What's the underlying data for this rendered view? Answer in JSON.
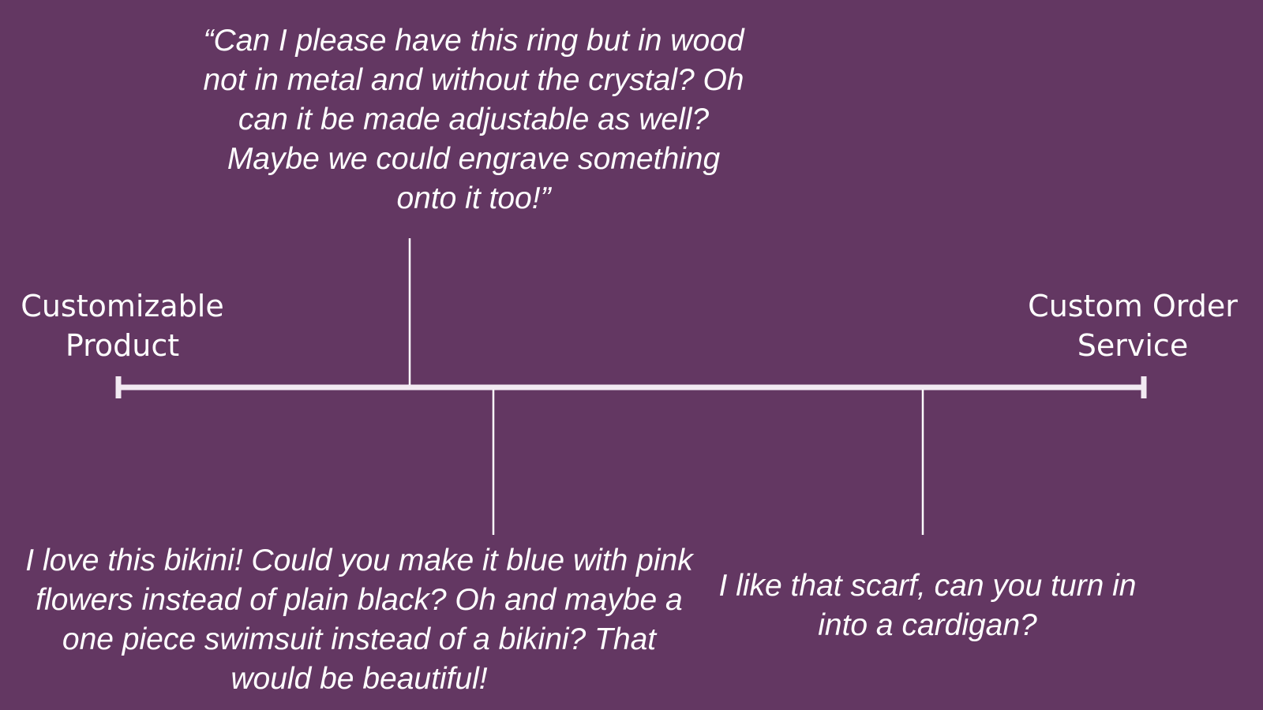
{
  "theme": {
    "background": "#633762",
    "foreground": "#ffffff",
    "axis_color": "#f2eaf2"
  },
  "spectrum": {
    "left_label": "Customizable\nProduct",
    "right_label": "Custom Order\nService"
  },
  "quotes": {
    "ring": "“Can I please have this ring but in wood not in metal and without the crystal? Oh can it be made adjustable as well? Maybe we could engrave something onto it too!”",
    "bikini": "I love this bikini! Could you make it blue with pink flowers instead of plain black? Oh and maybe a one piece swimsuit instead of a bikini? That would be beautiful!",
    "scarf": "I like that scarf, can you turn in into a cardigan?"
  }
}
